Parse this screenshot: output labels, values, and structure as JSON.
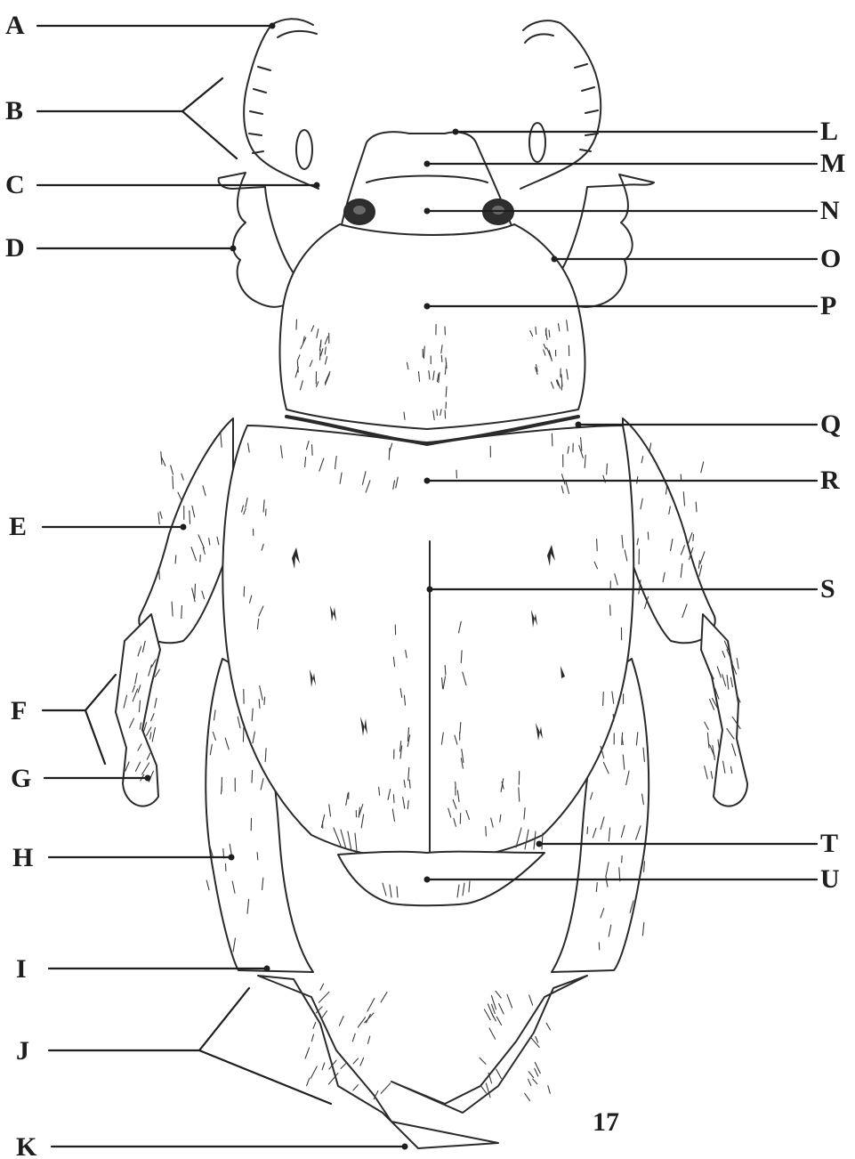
{
  "figure_number": "17",
  "labels": [
    {
      "id": "A",
      "text": "A"
    },
    {
      "id": "B",
      "text": "B"
    },
    {
      "id": "C",
      "text": "C"
    },
    {
      "id": "D",
      "text": "D"
    },
    {
      "id": "E",
      "text": "E"
    },
    {
      "id": "F",
      "text": "F"
    },
    {
      "id": "G",
      "text": "G"
    },
    {
      "id": "H",
      "text": "H"
    },
    {
      "id": "I",
      "text": "I"
    },
    {
      "id": "J",
      "text": "J"
    },
    {
      "id": "K",
      "text": "K"
    },
    {
      "id": "L",
      "text": "L"
    },
    {
      "id": "M",
      "text": "M"
    },
    {
      "id": "N",
      "text": "N"
    },
    {
      "id": "O",
      "text": "O"
    },
    {
      "id": "P",
      "text": "P"
    },
    {
      "id": "Q",
      "text": "Q"
    },
    {
      "id": "R",
      "text": "R"
    },
    {
      "id": "S",
      "text": "S"
    },
    {
      "id": "T",
      "text": "T"
    },
    {
      "id": "U",
      "text": "U"
    }
  ]
}
